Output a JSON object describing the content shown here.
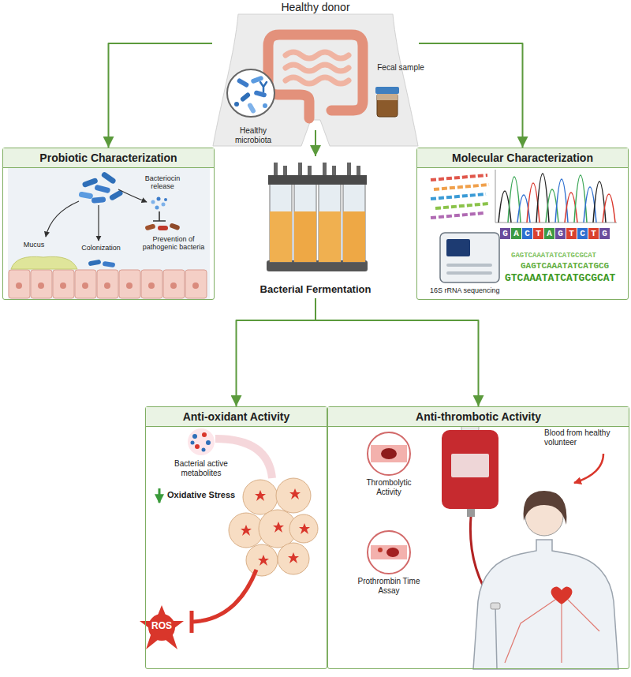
{
  "diagram": {
    "nodes": [
      {
        "text": [
          "Healthy donor"
        ]
      },
      {
        "text": [
          "Probiotic Characterization"
        ]
      },
      {
        "text": [
          "Bacterial Fermentation"
        ]
      },
      {
        "text": [
          "Molecular Characterization"
        ]
      },
      {
        "text": [
          "Anti-oxidant Activity"
        ]
      },
      {
        "text": [
          "Anti-thrombotic Activity"
        ]
      }
    ],
    "edges": [
      {
        "from": 0,
        "to": 1,
        "arrow": "to"
      },
      {
        "from": 0,
        "to": 2,
        "arrow": "to"
      },
      {
        "from": 0,
        "to": 3,
        "arrow": "to"
      },
      {
        "from": 2,
        "to": 4,
        "arrow": "to"
      },
      {
        "from": 2,
        "to": 5,
        "arrow": "to"
      }
    ],
    "labels": [
      "Healthy microbiota",
      "Fecal sample",
      "Bacteriocin release",
      "Mucus",
      "Colonization",
      "Prevention of pathogenic bacteria",
      "16S rRNA sequencing",
      "GACTAGTCTG",
      "GAGTCAAATATCATGCGCAT",
      "GAGTCAAATATCATGCG",
      "GTCAAATATCATGCGCAT",
      "Bacterial active metabolites",
      "Oxidative Stress",
      "ROS",
      "Thrombolytic Activity",
      "Prothrombin Time Assay",
      "Blood from healthy volunteer"
    ]
  }
}
